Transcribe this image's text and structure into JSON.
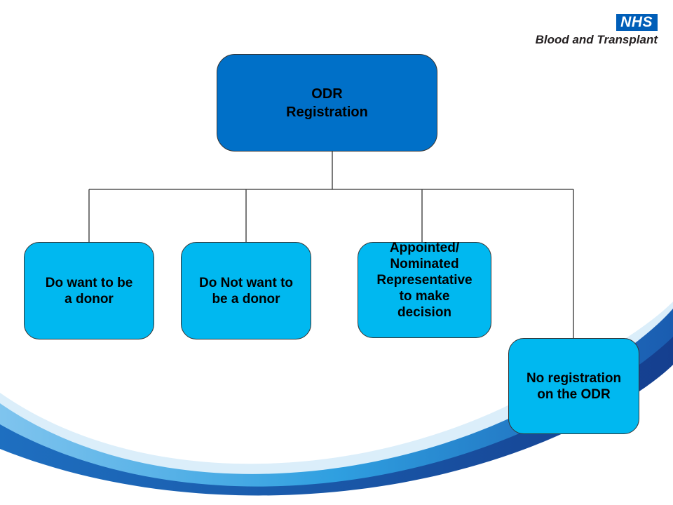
{
  "logo": {
    "nhs": "NHS",
    "org": "Blood and Transplant"
  },
  "diagram": {
    "root": {
      "label": "ODR\nRegistration"
    },
    "children": [
      {
        "label": "Do want to be\n a donor"
      },
      {
        "label": "Do Not want to\n be a donor"
      },
      {
        "label": "Appointed/\n Nominated\nRepresentative\n to make\n decision"
      },
      {
        "label": "No registration\n on the ODR"
      }
    ]
  },
  "colors": {
    "root_fill": "#0070c8",
    "child_fill": "#00b8f0",
    "swoosh_dark": "#1a5cb0",
    "swoosh_light": "#2f9fe0",
    "nhs_blue": "#005eb8"
  }
}
